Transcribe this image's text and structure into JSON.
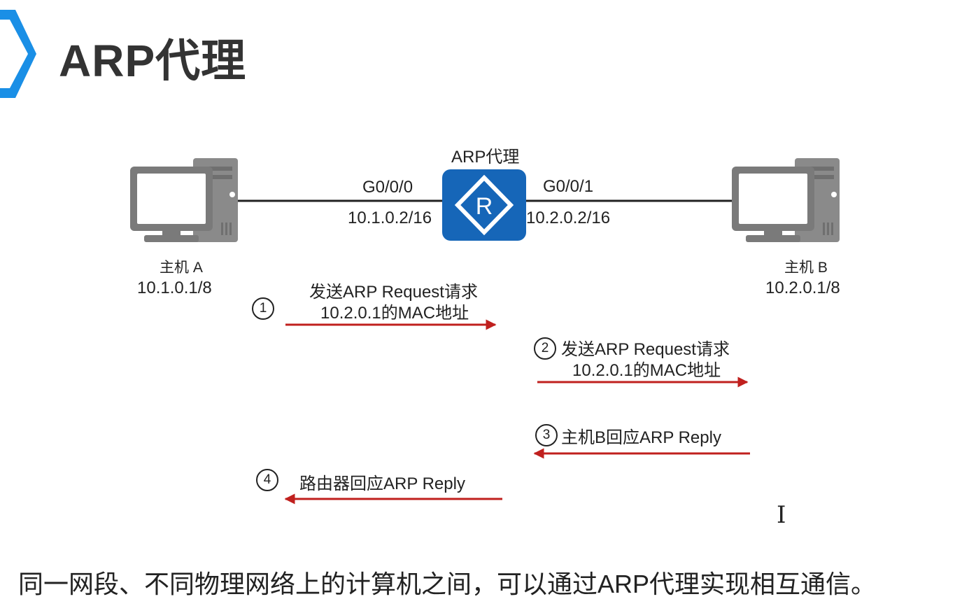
{
  "title": "ARP代理",
  "colors": {
    "accent": "#1a8fe6",
    "router": "#1666b8",
    "arrow": "#c0201e"
  },
  "router": {
    "name": "ARP代理",
    "icon": "router-r-icon",
    "port_left": "G0/0/0",
    "ip_left": "10.1.0.2/16",
    "port_right": "G0/0/1",
    "ip_right": "10.2.0.2/16"
  },
  "host_a": {
    "name": "主机 A",
    "ip": "10.1.0.1/8",
    "icon": "computer-icon"
  },
  "host_b": {
    "name": "主机 B",
    "ip": "10.2.0.1/8",
    "icon": "computer-icon"
  },
  "steps": [
    {
      "num": "①",
      "line1": "发送ARP Request请求",
      "line2": "10.2.0.1的MAC地址",
      "direction": "right"
    },
    {
      "num": "②",
      "line1": "发送ARP Request请求",
      "line2": "10.2.0.1的MAC地址",
      "direction": "right"
    },
    {
      "num": "③",
      "line1": "主机B回应ARP Reply",
      "direction": "left"
    },
    {
      "num": "④",
      "line1": "路由器回应ARP Reply",
      "direction": "left"
    }
  ],
  "footer": "同一网段、不同物理网络上的计算机之间，可以通过ARP代理实现相互通信。"
}
